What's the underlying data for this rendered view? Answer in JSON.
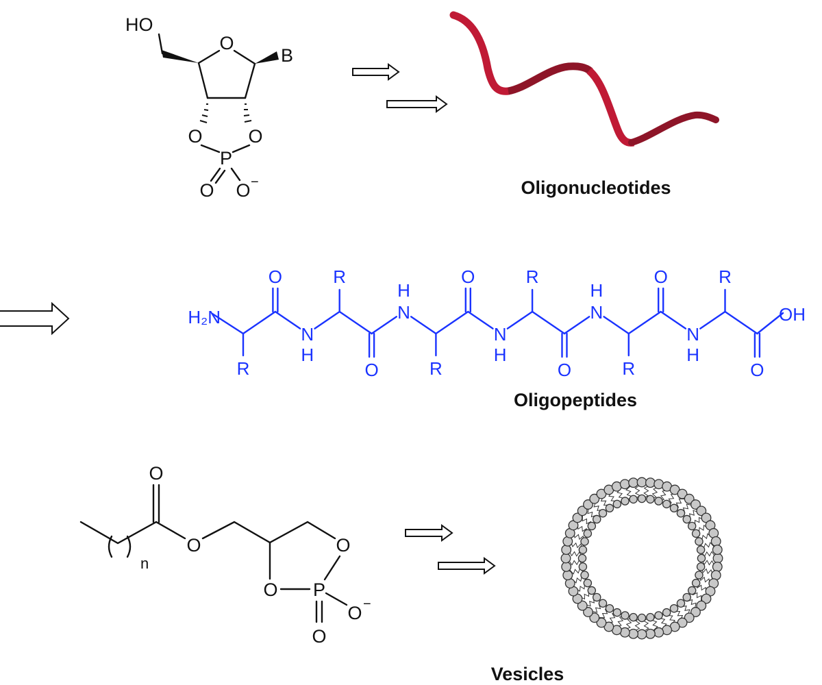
{
  "colors": {
    "ink": "#111111",
    "peptide": "#1a33ff",
    "ribbon": "#c01a35",
    "ribbon_dark": "#8e1528",
    "lipid_head": "#c8c8c8"
  },
  "nucleotide": {
    "hydroxyl": "HO",
    "ring_o": "O",
    "base": "B",
    "o_left": "O",
    "o_right": "O",
    "phosphorus": "P",
    "o_double": "O",
    "o_minus": "O",
    "charge": "−"
  },
  "lipid": {
    "carbonyl_o": "O",
    "ester_o": "O",
    "repeat": "n",
    "ring_o_right": "O",
    "ring_o_left": "O",
    "phosphorus": "P",
    "o_minus": "O",
    "charge": "−",
    "o_double": "O"
  },
  "peptide": {
    "n_terminus": "H₂N",
    "c_terminus": "OH",
    "side_chain": "R",
    "carbonyl": "O",
    "amide_n": "N",
    "amide_h": "H"
  },
  "labels": {
    "oligonucleotides": "Oligonucleotides",
    "oligopeptides": "Oligopeptides",
    "vesicles": "Vesicles"
  },
  "icons": [
    "open-arrow-icon",
    "rna-ribbon-icon",
    "vesicle-bilayer-icon"
  ]
}
